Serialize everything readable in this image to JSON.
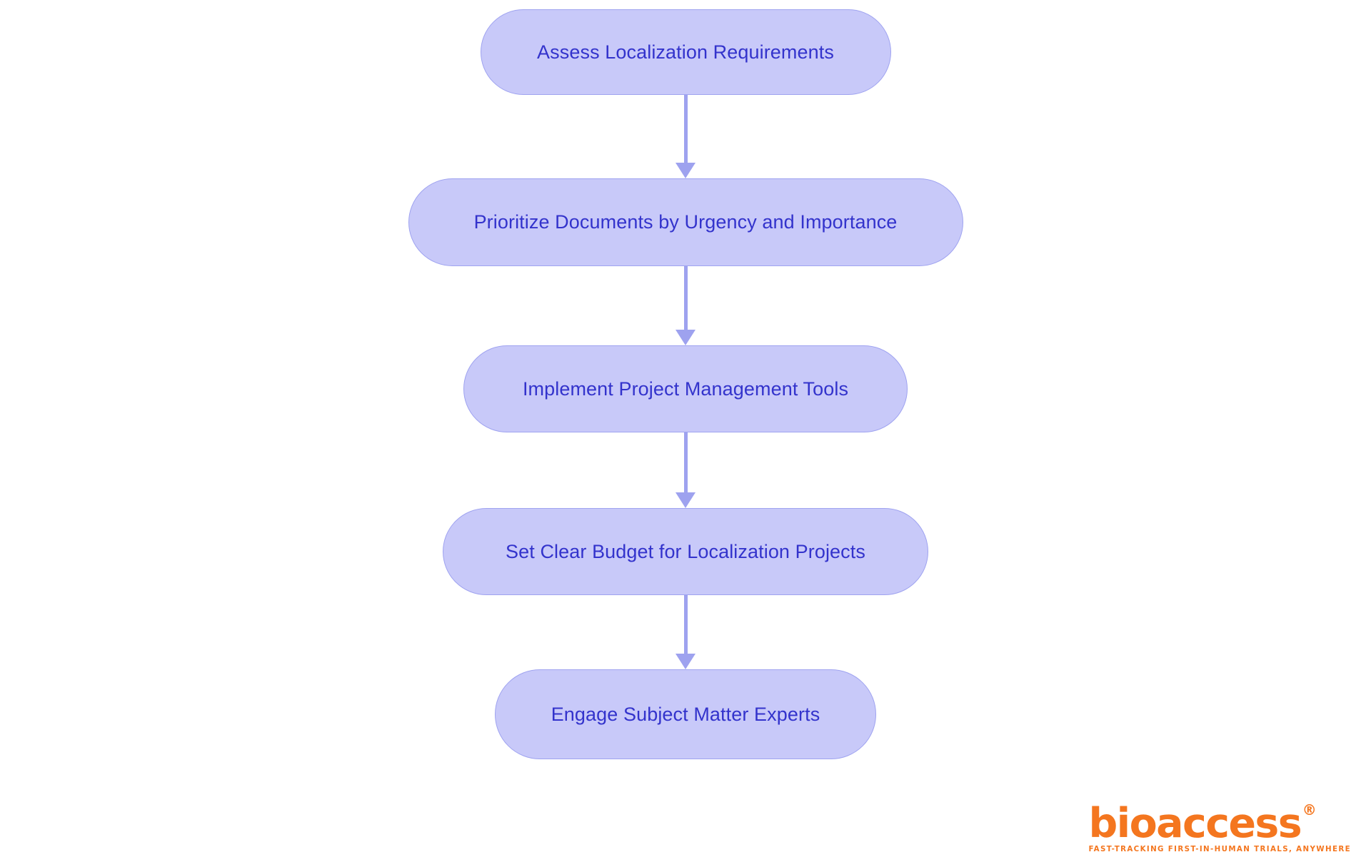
{
  "chart_data": {
    "type": "diagram",
    "diagram_type": "flowchart",
    "orientation": "top-to-bottom",
    "title": "",
    "nodes": [
      {
        "id": "n1",
        "label": "Assess Localization Requirements",
        "shape": "rounded-pill",
        "order": 1
      },
      {
        "id": "n2",
        "label": "Prioritize Documents by Urgency and Importance",
        "shape": "rounded-pill",
        "order": 2
      },
      {
        "id": "n3",
        "label": "Implement Project Management Tools",
        "shape": "rounded-pill",
        "order": 3
      },
      {
        "id": "n4",
        "label": "Set Clear Budget for Localization Projects",
        "shape": "rounded-pill",
        "order": 4
      },
      {
        "id": "n5",
        "label": "Engage Subject Matter Experts",
        "shape": "rounded-pill",
        "order": 5
      }
    ],
    "edges": [
      {
        "from": "n1",
        "to": "n2",
        "label": "",
        "arrow": "down"
      },
      {
        "from": "n2",
        "to": "n3",
        "label": "",
        "arrow": "down"
      },
      {
        "from": "n3",
        "to": "n4",
        "label": "",
        "arrow": "down"
      },
      {
        "from": "n4",
        "to": "n5",
        "label": "",
        "arrow": "down"
      }
    ],
    "colors": {
      "background": "#ffffff",
      "node_fill": "#c8c9f9",
      "node_border": "#9fa3f0",
      "node_text": "#3333cc",
      "edge": "#9ea2ef",
      "brand_orange": "#f4761f"
    }
  },
  "flow": {
    "steps": [
      {
        "label": "Assess Localization Requirements"
      },
      {
        "label": "Prioritize Documents by Urgency and Importance"
      },
      {
        "label": "Implement Project Management Tools"
      },
      {
        "label": "Set Clear Budget for Localization Projects"
      },
      {
        "label": "Engage Subject Matter Experts"
      }
    ]
  },
  "logo": {
    "wordmark": "bioaccess",
    "registered_mark": "®",
    "tagline": "FAST-TRACKING FIRST-IN-HUMAN TRIALS, ANYWHERE"
  }
}
